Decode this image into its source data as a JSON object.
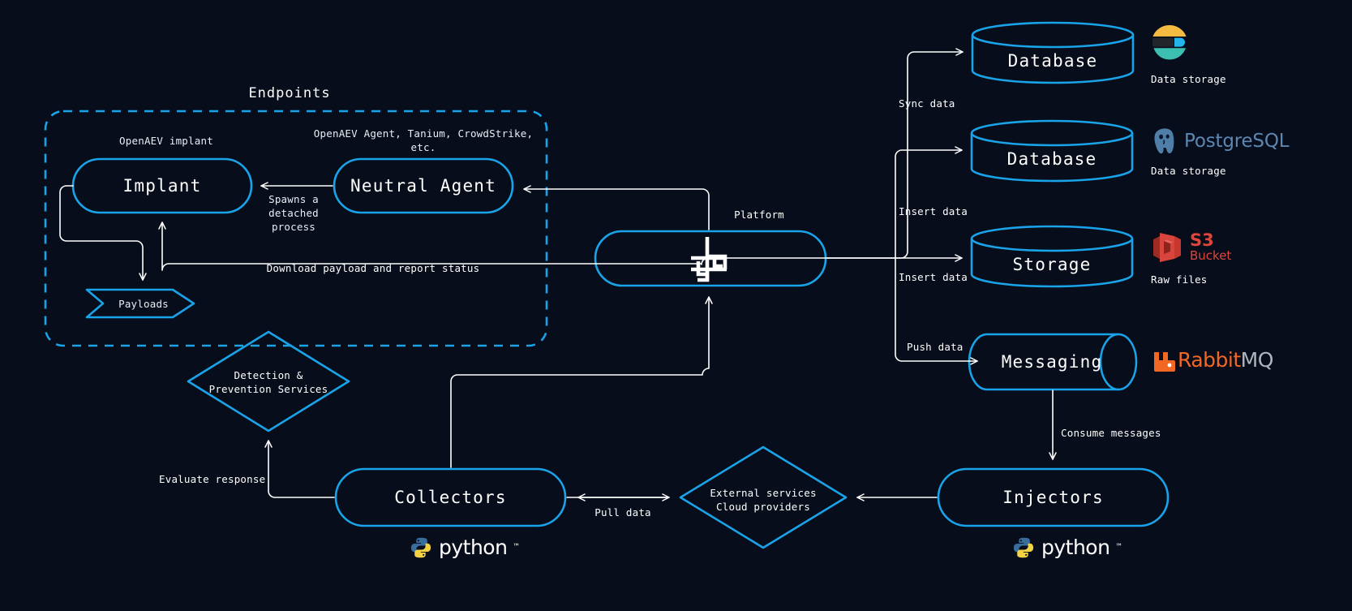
{
  "theme": {
    "background": "#070d1a",
    "accent": "#19a3e8",
    "wire": "#ffffff",
    "text": "#ffffff"
  },
  "groups": [
    {
      "id": "endpoints",
      "title": "Endpoints"
    }
  ],
  "captions": {
    "openaev_implant": "OpenAEV implant",
    "agents": "OpenAEV Agent, Tanium, CrowdStrike, etc.",
    "platform": "Platform"
  },
  "nodes": {
    "implant": {
      "label": "Implant",
      "shape": "rounded-rect"
    },
    "neutral_agent": {
      "label": "Neutral Agent",
      "shape": "rounded-rect"
    },
    "payloads": {
      "label": "Payloads",
      "shape": "chevron"
    },
    "platform": {
      "label": "",
      "shape": "rounded-rect",
      "icon": "openaev-logo"
    },
    "database_elastic": {
      "label": "Database",
      "shape": "cylinder"
    },
    "database_postgres": {
      "label": "Database",
      "shape": "cylinder"
    },
    "storage_s3": {
      "label": "Storage",
      "shape": "cylinder"
    },
    "messaging": {
      "label": "Messaging",
      "shape": "queue"
    },
    "injectors": {
      "label": "Injectors",
      "shape": "rounded-rect"
    },
    "collectors": {
      "label": "Collectors",
      "shape": "rounded-rect"
    },
    "detection": {
      "label_line1": "Detection &",
      "label_line2": "Prevention Services",
      "shape": "diamond"
    },
    "external": {
      "label_line1": "External services",
      "label_line2": "Cloud providers",
      "shape": "diamond"
    }
  },
  "edges": [
    {
      "id": "spawn",
      "label_lines": [
        "Spawns a",
        "detached",
        "process"
      ],
      "from": "neutral_agent",
      "to": "implant"
    },
    {
      "id": "download",
      "label": "Download payload and report status",
      "from": "platform",
      "to": "implant"
    },
    {
      "id": "sync",
      "label": "Sync data",
      "from": "platform",
      "to": "database_elastic"
    },
    {
      "id": "insert_pg",
      "label": "Insert data",
      "from": "platform",
      "to": "database_postgres"
    },
    {
      "id": "insert_s3",
      "label": "Insert data",
      "from": "platform",
      "to": "storage_s3"
    },
    {
      "id": "push",
      "label": "Push data",
      "from": "platform",
      "to": "messaging"
    },
    {
      "id": "consume",
      "label": "Consume messages",
      "from": "messaging",
      "to": "injectors"
    },
    {
      "id": "pull",
      "label": "Pull data",
      "from": "collectors",
      "to": "external"
    },
    {
      "id": "evaluate",
      "label": "Evaluate response",
      "from": "collectors",
      "to": "detection"
    }
  ],
  "logos": [
    {
      "id": "elastic",
      "name": "elastic-logo",
      "caption": "Data storage",
      "colors": {
        "top": "#f5bb41",
        "midDark": "#22252a",
        "midBlue": "#22b6ef",
        "bottom": "#3cbeb1"
      }
    },
    {
      "id": "postgresql",
      "name": "postgresql-logo",
      "text": "PostgreSQL",
      "caption": "Data storage",
      "colors": {
        "mark": "#4f7fa8",
        "text": "#5c87b2"
      }
    },
    {
      "id": "s3",
      "name": "aws-s3-logo",
      "text": "S3",
      "subtext": "Bucket",
      "caption": "Raw files",
      "colors": {
        "mark": "#d8453d",
        "text": "#e0453b"
      }
    },
    {
      "id": "rabbitmq",
      "name": "rabbitmq-logo",
      "text_orange": "Rabbit",
      "text_grey": "MQ",
      "colors": {
        "orange": "#f26722",
        "grey": "#aeb5bd"
      }
    },
    {
      "id": "python_collectors",
      "name": "python-logo",
      "text": "python",
      "colors": {
        "blue": "#386e9e",
        "yellow": "#f3d246"
      }
    },
    {
      "id": "python_injectors",
      "name": "python-logo",
      "text": "python",
      "colors": {
        "blue": "#386e9e",
        "yellow": "#f3d246"
      }
    }
  ]
}
